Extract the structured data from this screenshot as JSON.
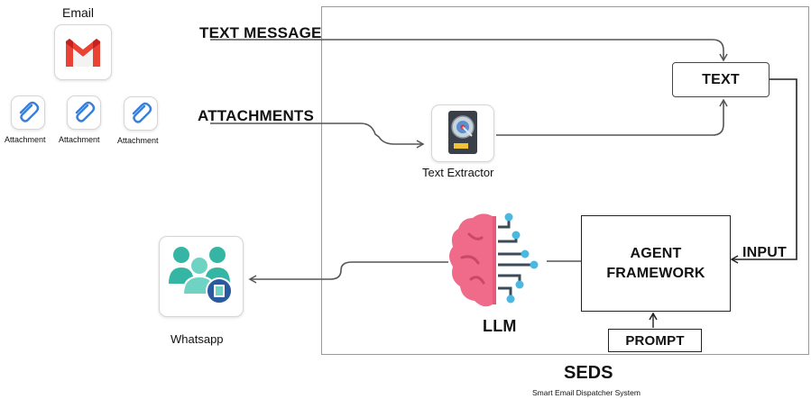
{
  "email": {
    "title": "Email",
    "attachments": [
      "Attachment",
      "Attachment",
      "Attachment"
    ]
  },
  "inputs": {
    "text_message": "TEXT MESSAGE",
    "attachments": "ATTACHMENTS"
  },
  "nodes": {
    "text_extractor": "Text Extractor",
    "text": "TEXT",
    "input": "INPUT",
    "agent_framework_line1": "AGENT",
    "agent_framework_line2": "FRAMEWORK",
    "prompt": "PROMPT",
    "llm": "LLM",
    "whatsapp": "Whatsapp"
  },
  "system": {
    "name": "SEDS",
    "full_name": "Smart Email Dispatcher System"
  },
  "icons": {
    "email": "gmail-icon",
    "attachment": "paperclip-icon",
    "extractor": "hard-drive-icon",
    "llm": "brain-circuit-icon",
    "whatsapp": "group-people-icon"
  },
  "colors": {
    "gmail_red": "#ea4335",
    "paperclip_blue": "#3b7fd6",
    "brain_pink": "#f06b8a",
    "circuit_blue": "#4ab8e0",
    "people_teal": "#35b5a4",
    "people_book": "#2c5aa0"
  }
}
